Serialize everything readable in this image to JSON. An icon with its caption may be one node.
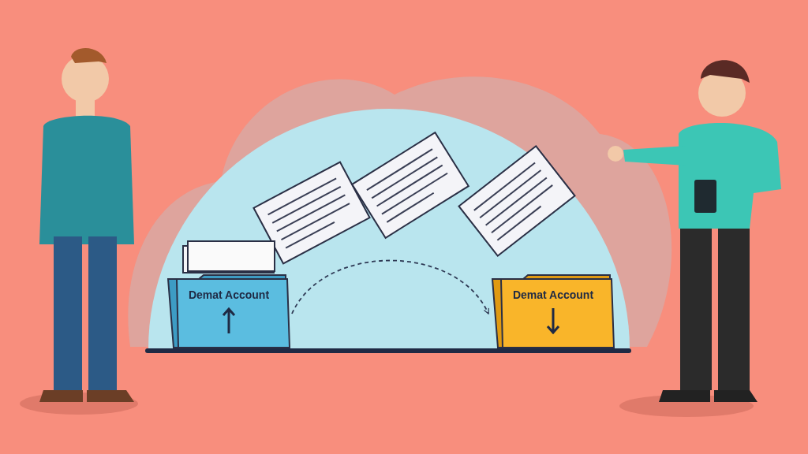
{
  "diagram": {
    "nodes": [
      {
        "text": [
          "Demat Account"
        ]
      },
      {
        "text": [
          "Demat Account"
        ]
      }
    ],
    "edges": [
      {
        "from": 0,
        "to": 1,
        "arrow": "to",
        "style": "dashed"
      }
    ]
  }
}
